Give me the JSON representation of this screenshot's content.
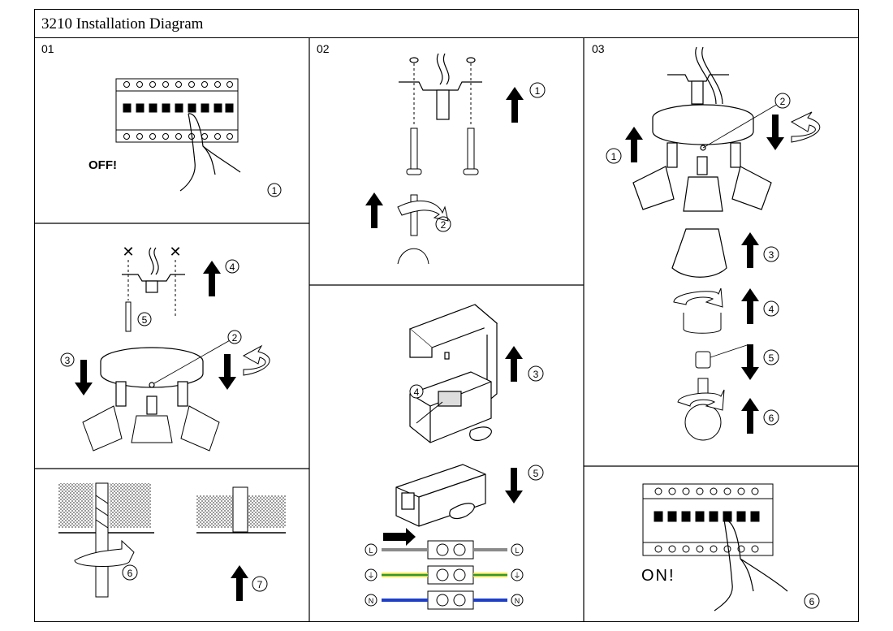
{
  "title": "3210 Installation Diagram",
  "panels": {
    "p01": "01",
    "p02": "02",
    "p03": "03"
  },
  "labels": {
    "off": "OFF!",
    "on": "ON!"
  },
  "wire_terminals": [
    "L",
    "⏚",
    "N"
  ],
  "colors": {
    "wire_live": "#8a8a8a",
    "wire_earth_green": "#2e9a2e",
    "wire_earth_yellow": "#e6d21a",
    "wire_neutral": "#1f3fc7",
    "stipple": "#555555"
  }
}
